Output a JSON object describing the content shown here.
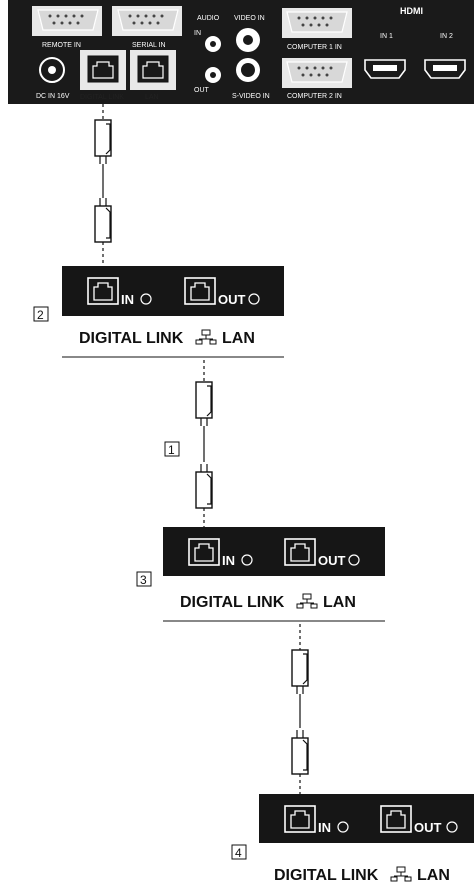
{
  "panel": {
    "labels": {
      "remote_in": "REMOTE IN",
      "serial_in": "SERIAL IN",
      "audio": "AUDIO",
      "audio_in": "IN",
      "audio_out": "OUT",
      "video_in": "VIDEO IN",
      "s_video_in": "S-VIDEO IN",
      "computer1_in": "COMPUTER 1 IN",
      "computer2_in": "COMPUTER 2 IN",
      "hdmi": "HDMI",
      "hdmi_in1": "IN 1",
      "hdmi_in2": "IN 2",
      "dc_in": "DC IN 16V",
      "digital_link": "DIGITAL LINK",
      "lan": "LAN"
    }
  },
  "devices": [
    {
      "number": "2",
      "in_label": "IN",
      "out_label": "OUT",
      "caption": "DIGITAL LINK",
      "caption_lan": "LAN"
    },
    {
      "number": "3",
      "in_label": "IN",
      "out_label": "OUT",
      "caption": "DIGITAL LINK",
      "caption_lan": "LAN"
    },
    {
      "number": "4",
      "in_label": "IN",
      "out_label": "OUT",
      "caption": "DIGITAL LINK",
      "caption_lan": "LAN"
    }
  ],
  "cable_label": "1",
  "colors": {
    "panel": "#1a1a1a",
    "device": "#161616",
    "line": "#111111"
  }
}
